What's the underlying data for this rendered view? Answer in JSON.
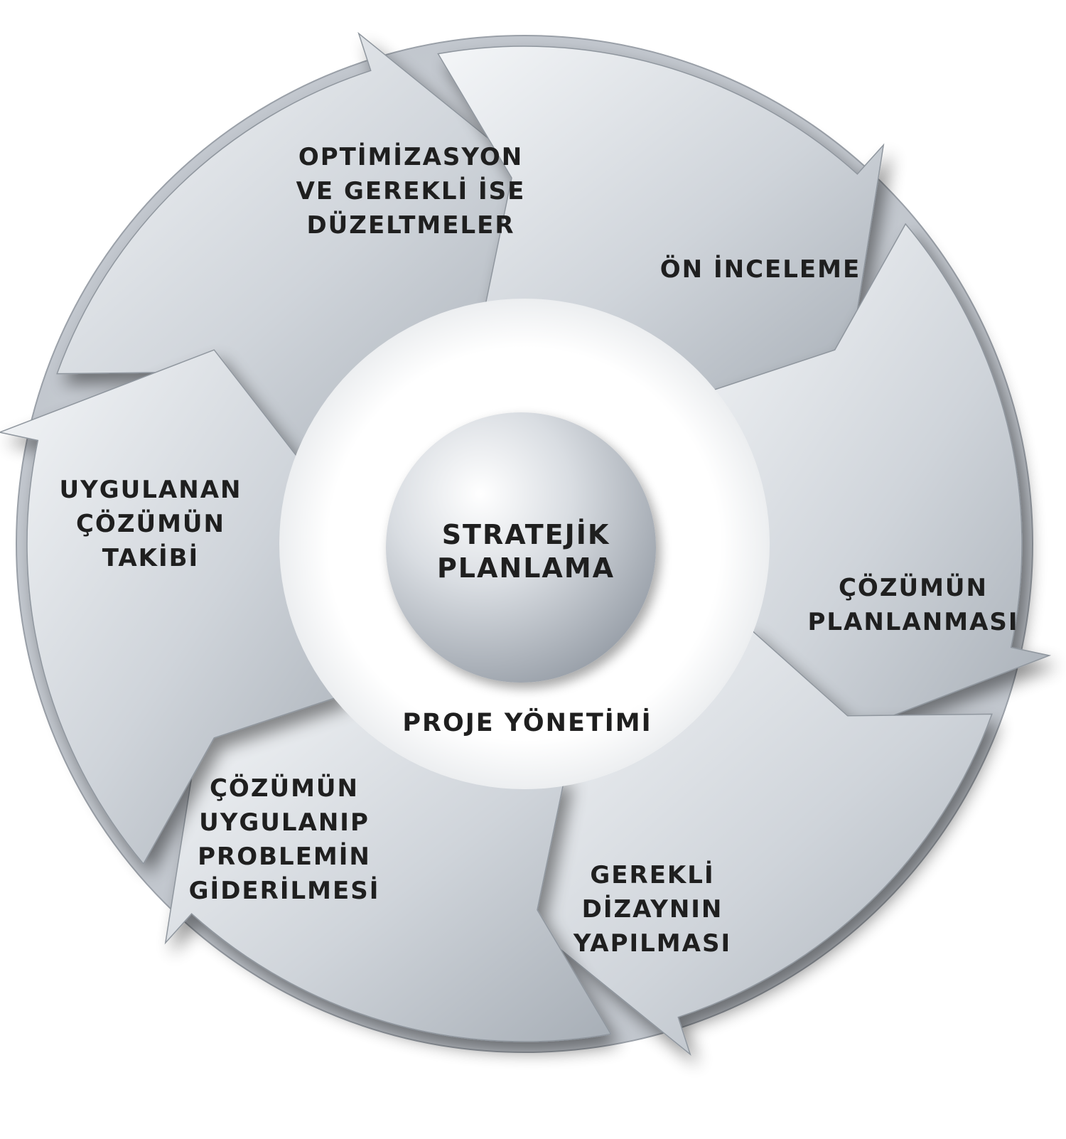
{
  "center": {
    "lines": [
      "STRATEJİK",
      "PLANLAMA"
    ]
  },
  "ring_label": "PROJE YÖNETİMİ",
  "stages": [
    {
      "id": "optimizasyon",
      "lines": [
        "OPTİMİZASYON",
        "VE GEREKLİ İSE",
        "DÜZELTMELER"
      ]
    },
    {
      "id": "on-inceleme",
      "lines": [
        "ÖN İNCELEME"
      ]
    },
    {
      "id": "cozumun-planlanmasi",
      "lines": [
        "ÇÖZÜMÜN",
        "PLANLANMASI"
      ]
    },
    {
      "id": "gerekli-dizaynin",
      "lines": [
        "GEREKLİ",
        "DİZAYNIN",
        "YAPILMASI"
      ]
    },
    {
      "id": "cozumun-uygulanip",
      "lines": [
        "ÇÖZÜMÜN",
        "UYGULANIP",
        "PROBLEMİN",
        "GİDERİLMESİ"
      ]
    },
    {
      "id": "uygulanan-cozumun",
      "lines": [
        "UYGULANAN",
        "ÇÖZÜMÜN",
        "TAKİBİ"
      ]
    }
  ],
  "colors": {
    "arrow_light": "#eef0f3",
    "arrow_dark": "#a9b0b8",
    "text": "#1f1f1f"
  }
}
